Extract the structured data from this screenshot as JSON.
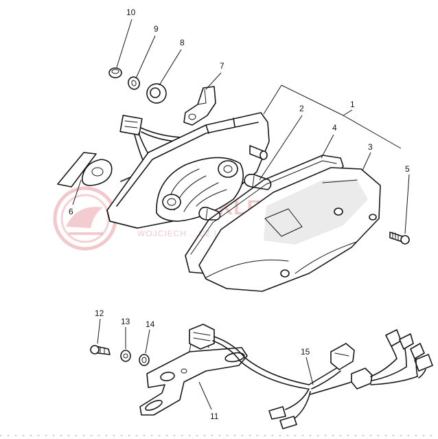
{
  "callouts": [
    {
      "id": "1",
      "label": "1"
    },
    {
      "id": "2",
      "label": "2"
    },
    {
      "id": "3",
      "label": "3"
    },
    {
      "id": "4",
      "label": "4"
    },
    {
      "id": "5",
      "label": "5"
    },
    {
      "id": "6",
      "label": "6"
    },
    {
      "id": "7",
      "label": "7"
    },
    {
      "id": "8",
      "label": "8"
    },
    {
      "id": "9",
      "label": "9"
    },
    {
      "id": "10",
      "label": "10"
    },
    {
      "id": "11",
      "label": "11"
    },
    {
      "id": "12",
      "label": "12"
    },
    {
      "id": "13",
      "label": "13"
    },
    {
      "id": "14",
      "label": "14"
    },
    {
      "id": "15",
      "label": "15"
    }
  ],
  "watermark": {
    "main_text": "YAMA-SKLEP.PL",
    "sub_text": "WOJCIECH  ...CZ | DEALER YAMAHA",
    "color": "#e89aa0"
  },
  "colors": {
    "ink": "#151515",
    "background": "#ffffff"
  }
}
